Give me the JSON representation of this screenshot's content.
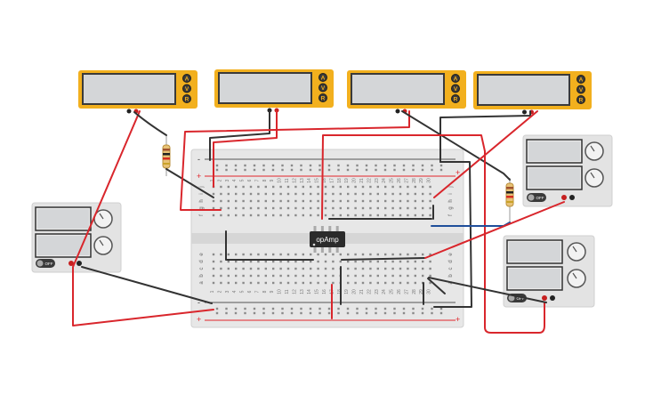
{
  "colors": {
    "meter_body": "#f2b01e",
    "meter_screen": "#d4d6d8",
    "meter_bezel": "#3a3a3a",
    "breadboard": "#e6e6e6",
    "breadboard_edge": "#cfcfcf",
    "rail_red": "#e0252b",
    "rail_black": "#444444",
    "wire_red": "#d9262c",
    "wire_black": "#333333",
    "wire_blue": "#1f4e9a",
    "psu_body": "#e3e3e3",
    "psu_screen": "#d4d6d8",
    "chip": "#2b2b2b"
  },
  "multimeters": [
    {
      "id": "meter-1",
      "buttons": [
        "A",
        "V",
        "R"
      ]
    },
    {
      "id": "meter-2",
      "buttons": [
        "A",
        "V",
        "R"
      ]
    },
    {
      "id": "meter-3",
      "buttons": [
        "A",
        "V",
        "R"
      ]
    },
    {
      "id": "meter-4",
      "buttons": [
        "A",
        "V",
        "R"
      ]
    }
  ],
  "power_supplies": [
    {
      "id": "psu-left",
      "switch_label": "OFF"
    },
    {
      "id": "psu-right-top",
      "switch_label": "OFF"
    },
    {
      "id": "psu-right-bottom",
      "switch_label": "OFF"
    }
  ],
  "breadboard": {
    "row_letters_top": [
      "j",
      "i",
      "h",
      "g",
      "f"
    ],
    "row_letters_bottom": [
      "e",
      "d",
      "c",
      "b",
      "a"
    ],
    "column_count": 30,
    "rail_plus": "+",
    "rail_minus": "-"
  },
  "chip": {
    "label": "opAmp"
  },
  "icons": {
    "resistor": "resistor-icon",
    "knob": "knob-icon",
    "power_switch": "power-switch-icon"
  }
}
